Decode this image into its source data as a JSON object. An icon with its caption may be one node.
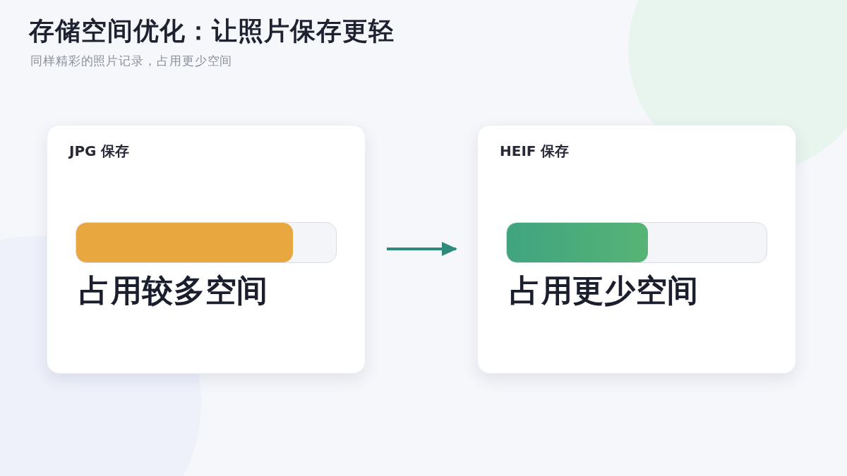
{
  "diagram": {
    "title": "存储空间优化：让照片保存更轻",
    "nodes": [
      {
        "text": [
          "JPG 保存",
          "占用较多空间"
        ]
      },
      {
        "text": [
          "HEIF 保存",
          "占用更少空间"
        ]
      }
    ],
    "edges": [
      {
        "from": 0,
        "to": 1,
        "arrow": "to"
      }
    ],
    "labels": [
      "同样精彩的照片记录，占用更少空间"
    ]
  }
}
